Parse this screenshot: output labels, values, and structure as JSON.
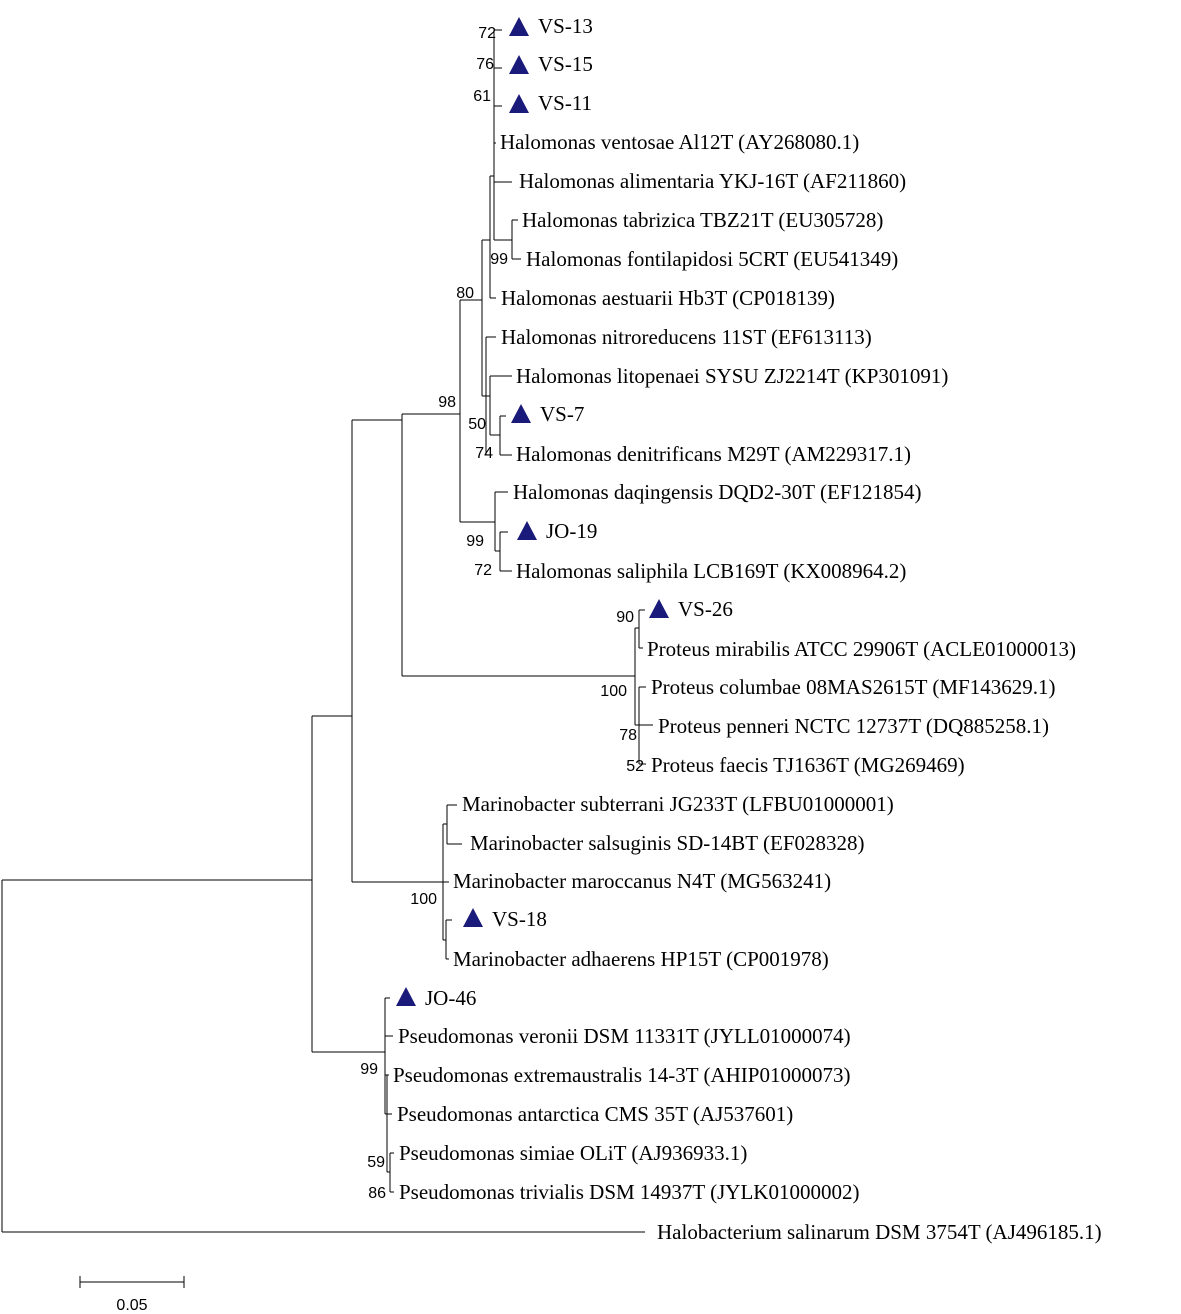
{
  "colors": {
    "marker": "#1a1a7a",
    "line": "#000000"
  },
  "marker_icon": "triangle-icon",
  "leaves": [
    {
      "id": "VS-13",
      "label": "VS-13",
      "isolate": true
    },
    {
      "id": "VS-15",
      "label": "VS-15",
      "isolate": true
    },
    {
      "id": "VS-11",
      "label": "VS-11",
      "isolate": true
    },
    {
      "id": "h-ventosae",
      "label": "Halomonas ventosae Al12T (AY268080.1)",
      "isolate": false
    },
    {
      "id": "h-alimentaria",
      "label": "Halomonas alimentaria YKJ-16T (AF211860)",
      "isolate": false
    },
    {
      "id": "h-tabrizica",
      "label": "Halomonas tabrizica TBZ21T (EU305728)",
      "isolate": false
    },
    {
      "id": "h-fontilapidosi",
      "label": "Halomonas fontilapidosi 5CRT (EU541349)",
      "isolate": false
    },
    {
      "id": "h-aestuarii",
      "label": "Halomonas aestuarii Hb3T (CP018139)",
      "isolate": false
    },
    {
      "id": "h-nitroreducens",
      "label": "Halomonas nitroreducens 11ST (EF613113)",
      "isolate": false
    },
    {
      "id": "h-litopenaei",
      "label": "Halomonas litopenaei SYSU ZJ2214T (KP301091)",
      "isolate": false
    },
    {
      "id": "VS-7",
      "label": "VS-7",
      "isolate": true
    },
    {
      "id": "h-denitrificans",
      "label": "Halomonas denitrificans M29T (AM229317.1)",
      "isolate": false
    },
    {
      "id": "h-daqingensis",
      "label": "Halomonas daqingensis DQD2-30T (EF121854)",
      "isolate": false
    },
    {
      "id": "JO-19",
      "label": "JO-19",
      "isolate": true
    },
    {
      "id": "h-saliphila",
      "label": "Halomonas saliphila LCB169T (KX008964.2)",
      "isolate": false
    },
    {
      "id": "VS-26",
      "label": "VS-26",
      "isolate": true
    },
    {
      "id": "p-mirabilis",
      "label": "Proteus mirabilis ATCC 29906T (ACLE01000013)",
      "isolate": false
    },
    {
      "id": "p-columbae",
      "label": "Proteus columbae 08MAS2615T (MF143629.1)",
      "isolate": false
    },
    {
      "id": "p-penneri",
      "label": "Proteus penneri NCTC 12737T (DQ885258.1)",
      "isolate": false
    },
    {
      "id": "p-faecis",
      "label": "Proteus faecis TJ1636T (MG269469)",
      "isolate": false
    },
    {
      "id": "m-subterrani",
      "label": "Marinobacter subterrani JG233T (LFBU01000001)",
      "isolate": false
    },
    {
      "id": "m-salsuginis",
      "label": "Marinobacter salsuginis SD-14BT (EF028328)",
      "isolate": false
    },
    {
      "id": "m-maroccanus",
      "label": "Marinobacter maroccanus N4T (MG563241)",
      "isolate": false
    },
    {
      "id": "VS-18",
      "label": "VS-18",
      "isolate": true
    },
    {
      "id": "m-adhaerens",
      "label": "Marinobacter adhaerens HP15T (CP001978)",
      "isolate": false
    },
    {
      "id": "JO-46",
      "label": "JO-46",
      "isolate": true
    },
    {
      "id": "ps-veronii",
      "label": "Pseudomonas veronii DSM 11331T (JYLL01000074)",
      "isolate": false
    },
    {
      "id": "ps-extremaustralis",
      "label": "Pseudomonas extremaustralis 14-3T (AHIP01000073)",
      "isolate": false
    },
    {
      "id": "ps-antarctica",
      "label": "Pseudomonas antarctica CMS 35T (AJ537601)",
      "isolate": false
    },
    {
      "id": "ps-simiae",
      "label": "Pseudomonas simiae OLiT (AJ936933.1)",
      "isolate": false
    },
    {
      "id": "ps-trivialis",
      "label": "Pseudomonas trivialis DSM 14937T (JYLK01000002)",
      "isolate": false
    },
    {
      "id": "halobacterium",
      "label": "Halobacterium salinarum DSM 3754T (AJ496185.1)",
      "isolate": false
    }
  ],
  "bootstrap": [
    {
      "node": "vs13-node",
      "value": "72"
    },
    {
      "node": "vs15-node",
      "value": "76"
    },
    {
      "node": "vs11-node",
      "value": "61"
    },
    {
      "node": "tabrizica-fontilapidosi-node",
      "value": "99"
    },
    {
      "node": "halomonas-core-node",
      "value": "80"
    },
    {
      "node": "halomonas-root-node",
      "value": "98"
    },
    {
      "node": "vs7-litopenaei-node",
      "value": "50"
    },
    {
      "node": "vs7-denitrificans-node",
      "value": "74"
    },
    {
      "node": "daqingensis-node",
      "value": "99"
    },
    {
      "node": "jo19-saliphila-node",
      "value": "72"
    },
    {
      "node": "vs26-node",
      "value": "90"
    },
    {
      "node": "proteus-node",
      "value": "100"
    },
    {
      "node": "penneri-node",
      "value": "78"
    },
    {
      "node": "faecis-node",
      "value": "52"
    },
    {
      "node": "marinobacter-node",
      "value": "100"
    },
    {
      "node": "pseudomonas-node",
      "value": "99"
    },
    {
      "node": "simiae-node",
      "value": "59"
    },
    {
      "node": "trivialis-node",
      "value": "86"
    }
  ],
  "scale_bar": {
    "label": "0.05",
    "value": 0.05
  }
}
